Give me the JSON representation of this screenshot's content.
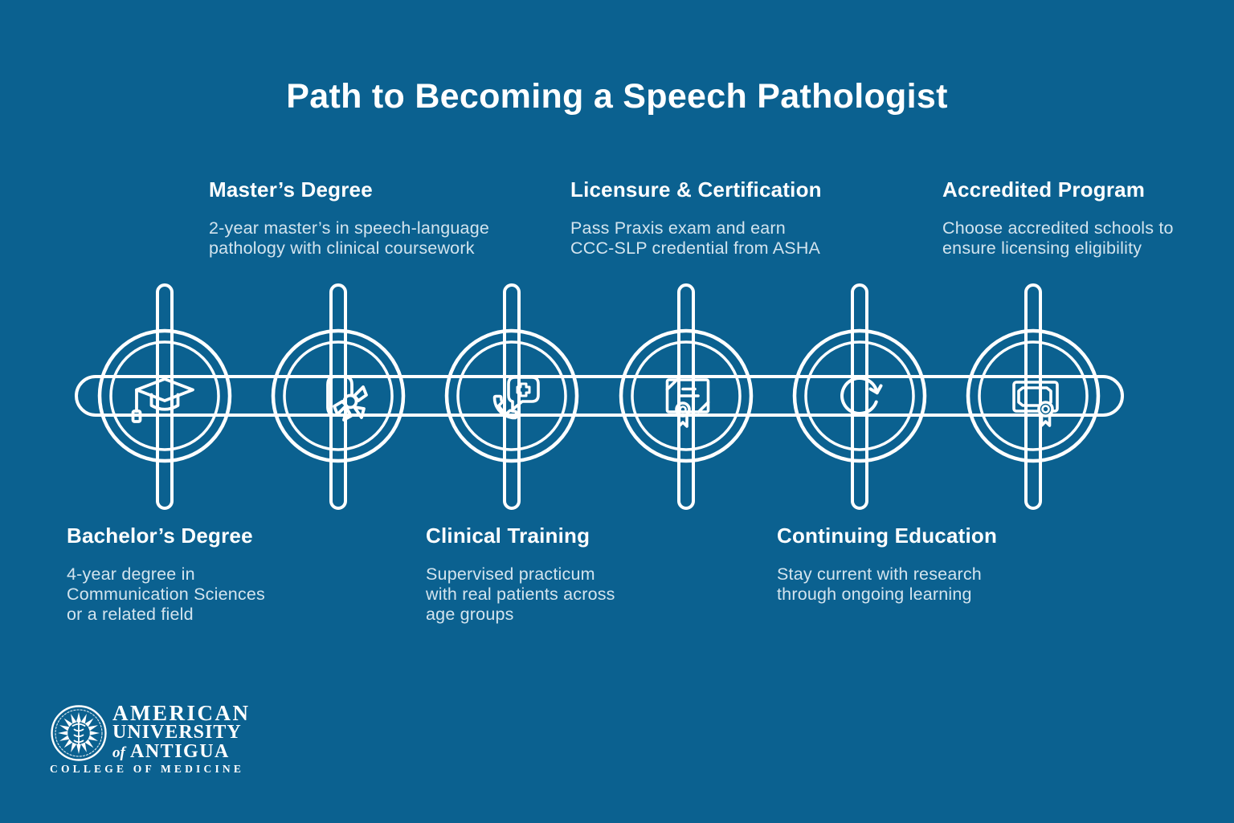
{
  "title": "Path to Becoming a Speech Pathologist",
  "colors": {
    "background": "#0b6190",
    "line_art": "#ffffff",
    "heading_text": "#ffffff",
    "body_text": "#d3e4ee"
  },
  "steps": [
    {
      "order": 1,
      "label_position": "bottom",
      "icon": "graduation-cap-icon",
      "heading": "Bachelor’s Degree",
      "description": "4-year degree in\nCommunication Sciences\nor a related field"
    },
    {
      "order": 2,
      "label_position": "top",
      "icon": "diploma-ribbon-icon",
      "heading": "Master’s Degree",
      "description": "2-year master’s in speech-language\npathology with clinical coursework"
    },
    {
      "order": 3,
      "label_position": "bottom",
      "icon": "speech-call-icon",
      "heading": "Clinical Training",
      "description": "Supervised practicum\nwith real patients across\nage groups"
    },
    {
      "order": 4,
      "label_position": "top",
      "icon": "certificate-icon",
      "heading": "Licensure & Certification",
      "description": "Pass Praxis exam and earn\nCCC-SLP credential from ASHA"
    },
    {
      "order": 5,
      "label_position": "bottom",
      "icon": "refresh-icon",
      "heading": "Continuing Education",
      "description": "Stay current with research\nthrough ongoing learning"
    },
    {
      "order": 6,
      "label_position": "top",
      "icon": "accredited-diploma-icon",
      "heading": "Accredited Program",
      "description": "Choose accredited schools to\nensure licensing eligibility"
    }
  ],
  "logo": {
    "seal_icon": "aua-caduceus-seal-icon",
    "line1": "AMERICAN",
    "line2": "UNIVERSITY",
    "line3_of": "of",
    "line3_rest": "ANTIGUA",
    "subtitle": "COLLEGE OF MEDICINE"
  }
}
